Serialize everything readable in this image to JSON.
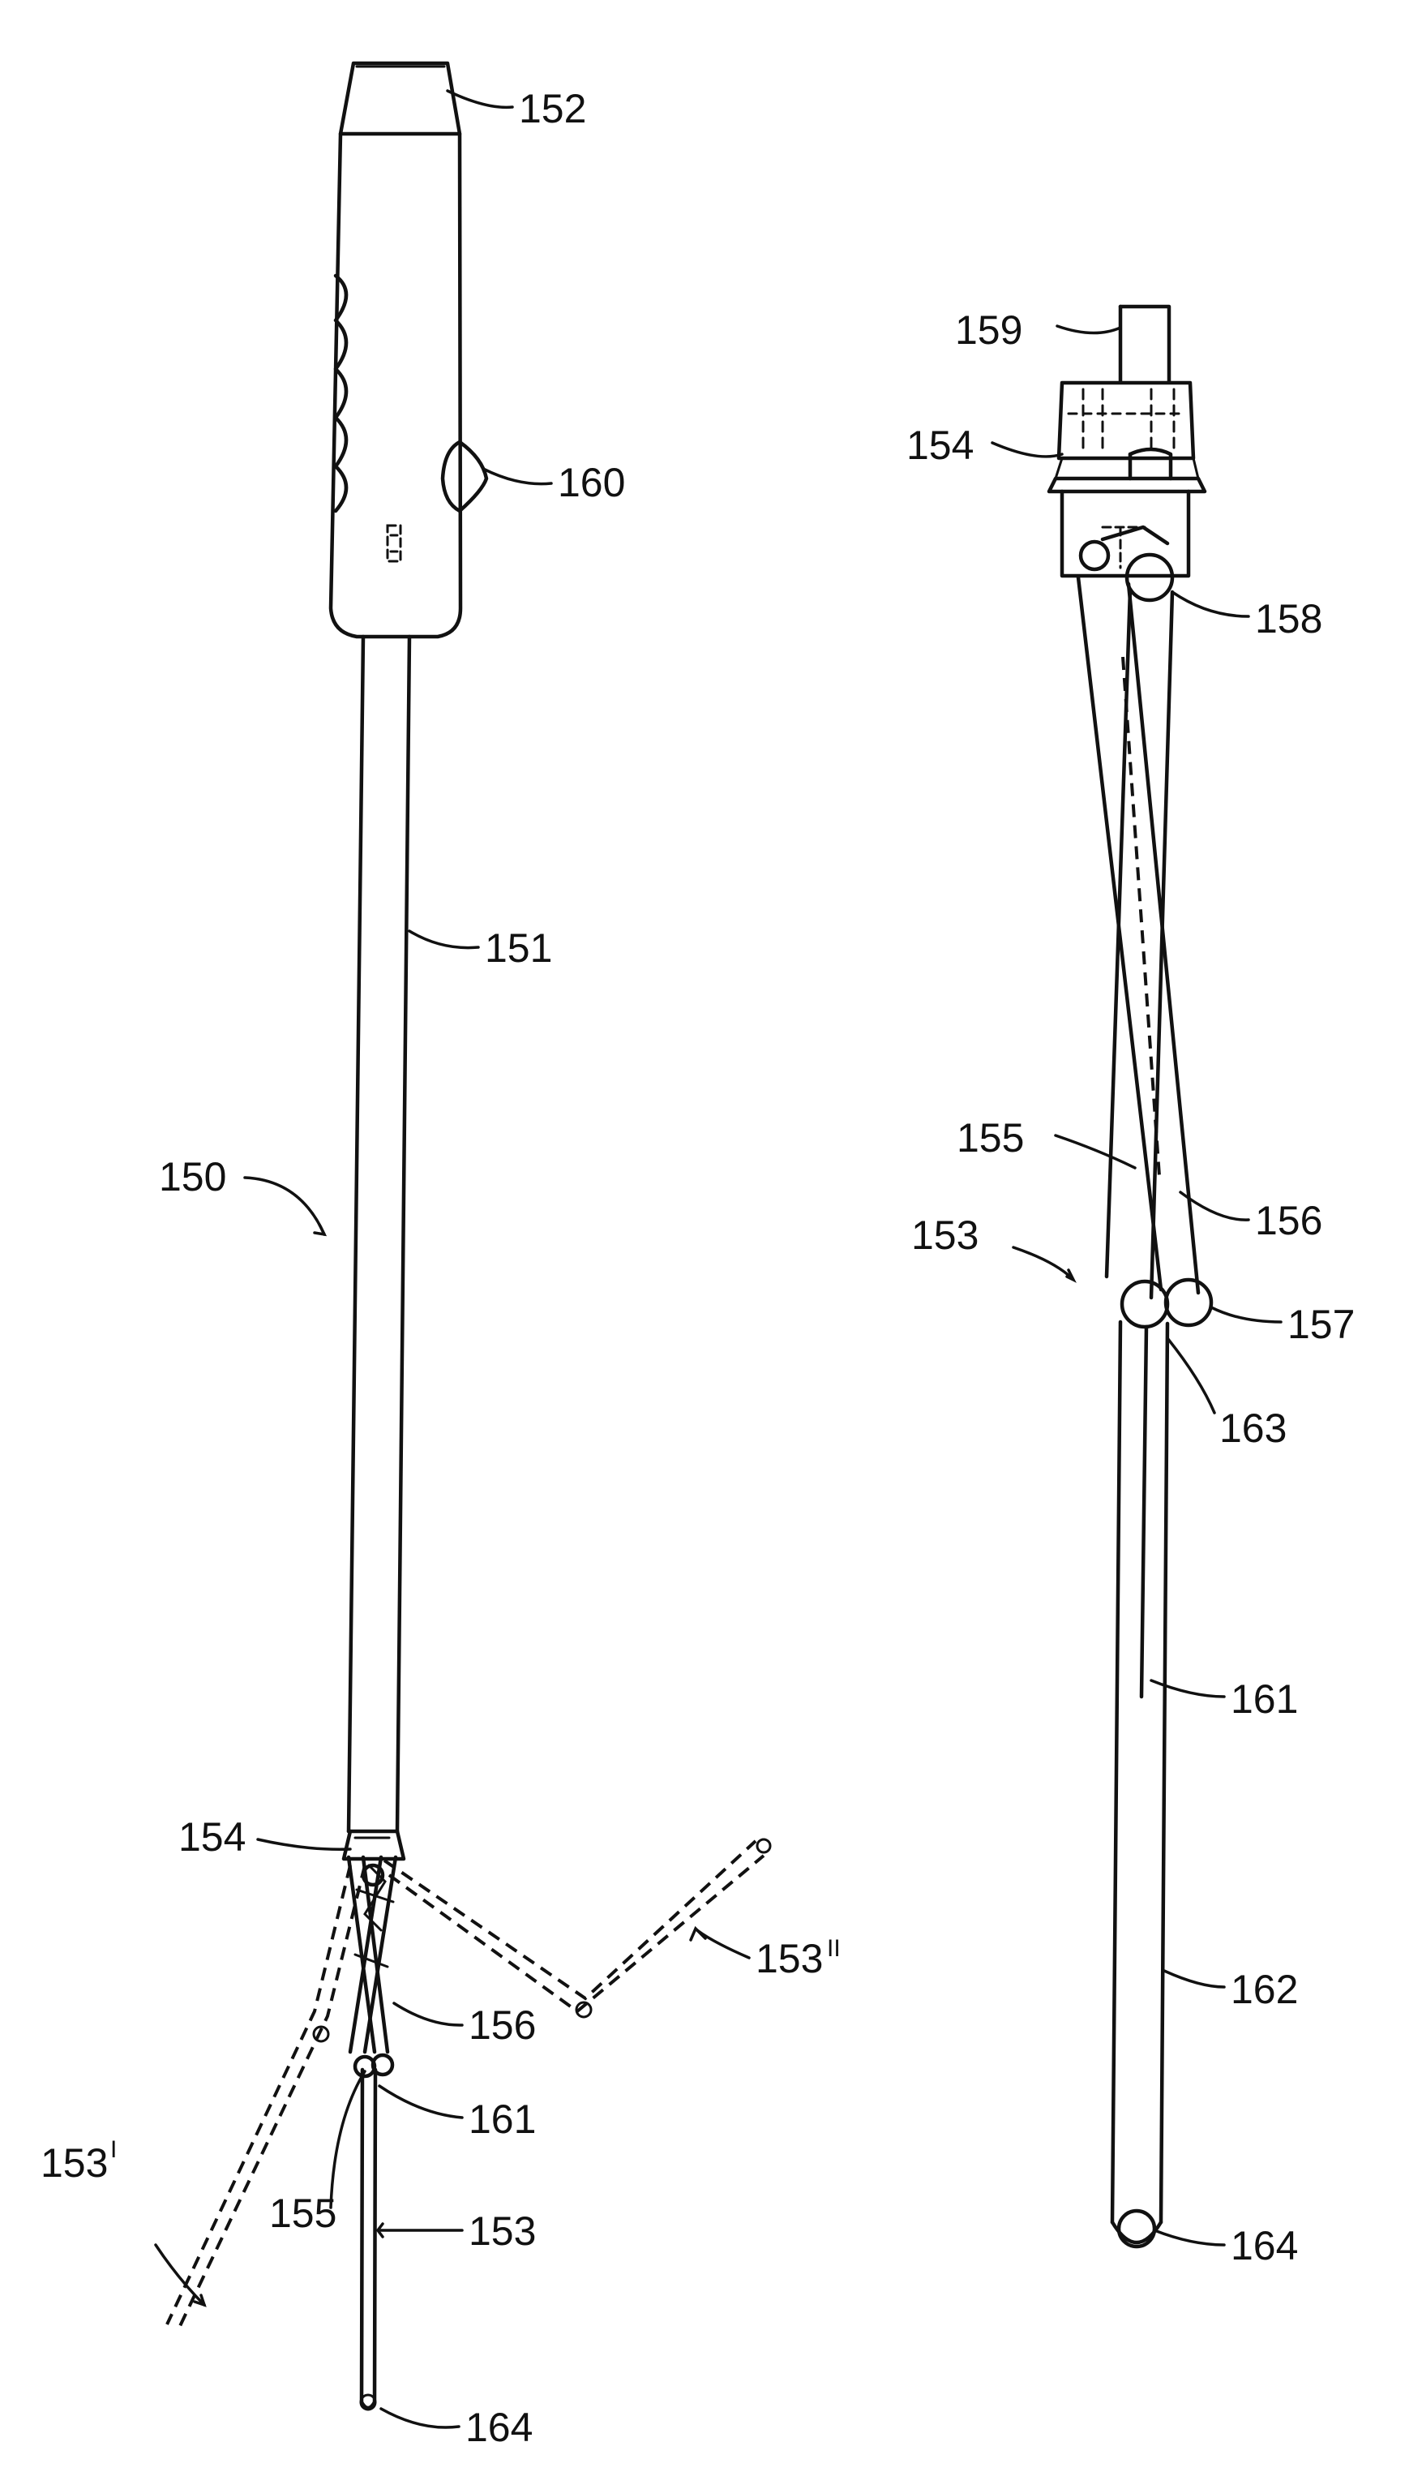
{
  "labels": {
    "l152": "152",
    "l160": "160",
    "l151": "151",
    "l150": "150",
    "l154a": "154",
    "l153dd": "153",
    "l153dd_mark": "II",
    "l156a": "156",
    "l153d": "153",
    "l153d_mark": "I",
    "l161a": "161",
    "l155a": "155",
    "l153a": "153",
    "l164a": "164",
    "l159": "159",
    "l154b": "154",
    "l158": "158",
    "l155b": "155",
    "l156b": "156",
    "l153b": "153",
    "l157": "157",
    "l163": "163",
    "l161b": "161",
    "l162": "162",
    "l164b": "164"
  }
}
